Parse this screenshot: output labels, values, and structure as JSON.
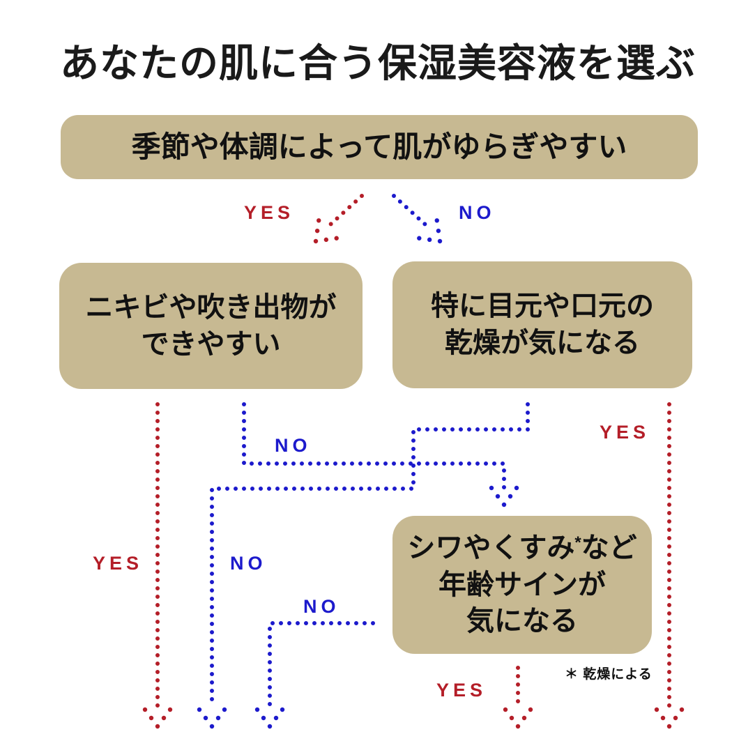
{
  "title": "あなたの肌に合う保湿美容液を選ぶ",
  "colors": {
    "box_bg": "#c7b992",
    "yes": "#b41e28",
    "no": "#1c1acc",
    "ink": "#111111"
  },
  "answers": {
    "yes": "YES",
    "no": "NO"
  },
  "nodes": {
    "q1": {
      "text": "季節や体調によって肌がゆらぎやすい"
    },
    "q2": {
      "line1": "ニキビや吹き出物が",
      "line2": "できやすい"
    },
    "q3": {
      "line1": "特に目元や口元の",
      "line2": "乾燥が気になる"
    },
    "q4": {
      "line1_pre": "シワやくすみ",
      "line1_sup": "*",
      "line1_post": "など",
      "line2": "年齢サインが",
      "line3": "気になる"
    }
  },
  "footnote": "＊ 乾燥による",
  "flow": [
    {
      "from": "q1",
      "answer": "YES",
      "to": "q2"
    },
    {
      "from": "q1",
      "answer": "NO",
      "to": "q3"
    },
    {
      "from": "q2",
      "answer": "YES",
      "to": "exit-bottom-1"
    },
    {
      "from": "q2",
      "answer": "NO",
      "to": "q4"
    },
    {
      "from": "q3",
      "answer": "NO",
      "to": "exit-bottom-2"
    },
    {
      "from": "q3",
      "answer": "YES",
      "to": "exit-bottom-5"
    },
    {
      "from": "q4",
      "answer": "NO",
      "to": "exit-bottom-3"
    },
    {
      "from": "q4",
      "answer": "YES",
      "to": "exit-bottom-4"
    }
  ]
}
